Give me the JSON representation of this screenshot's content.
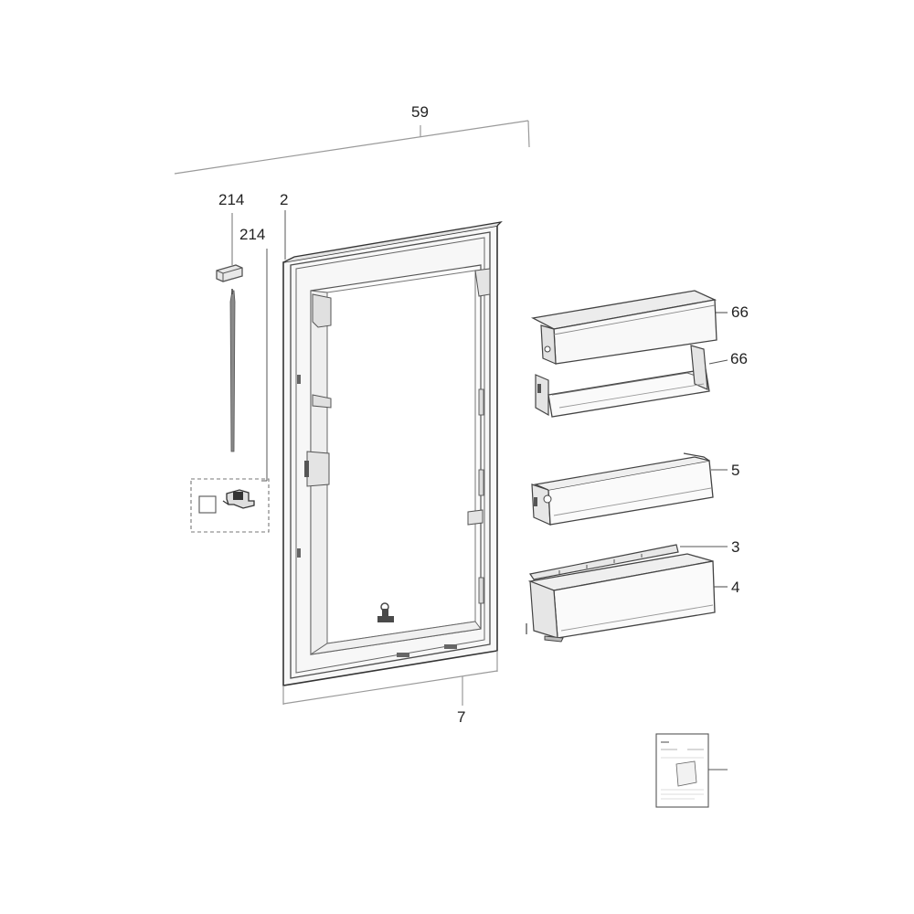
{
  "diagram": {
    "callouts": {
      "c59": "59",
      "c214a": "214",
      "c214b": "214",
      "c2": "2",
      "c66a": "66",
      "c66b": "66",
      "c5": "5",
      "c3": "3",
      "c4": "4",
      "c7": "7"
    },
    "colors": {
      "line": "#444444",
      "light_line": "#9a9a9a",
      "fill_light": "#f4f4f4",
      "fill_mid": "#dcdcdc",
      "fill_dark": "#6a6a6a",
      "text": "#222222"
    },
    "icons": [
      "clip-icon",
      "temperature-probe-icon",
      "sensor-kit-icon",
      "manual-booklet-icon"
    ]
  }
}
